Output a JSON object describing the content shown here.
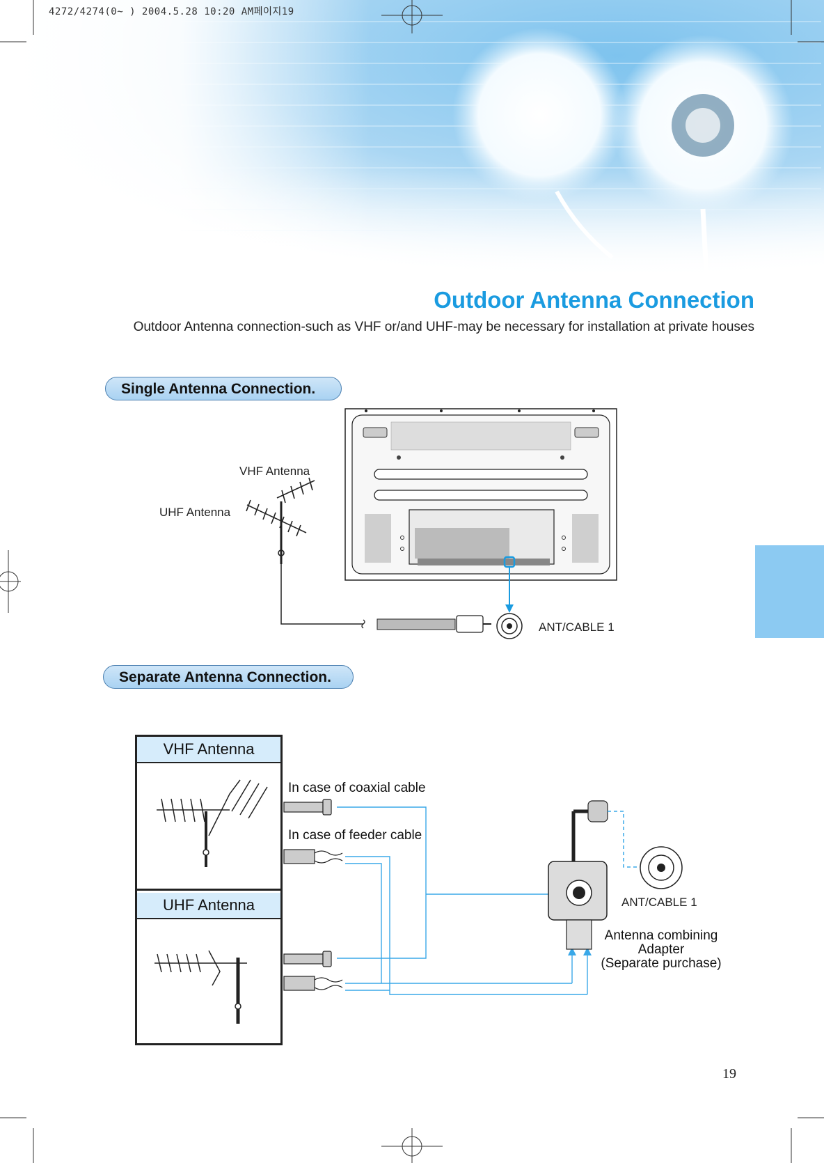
{
  "print_header": "4272/4274(0~ ) 2004.5.28 10:20 AM페이지19",
  "title": "Outdoor Antenna Connection",
  "subtitle": "Outdoor Antenna connection-such as VHF or/and UHF-may be necessary for installation at private houses",
  "single_section": {
    "heading": "Single Antenna Connection.",
    "vhf_label": "VHF Antenna",
    "uhf_label": "UHF Antenna",
    "port_label": "ANT/CABLE 1"
  },
  "separate_section": {
    "heading": "Separate Antenna Connection.",
    "vhf_box_title": "VHF Antenna",
    "uhf_box_title": "UHF Antenna",
    "coaxial_label": "In case of coaxial cable",
    "feeder_label": "In case of feeder cable",
    "port_label": "ANT/CABLE 1",
    "adapter_label_1": "Antenna combining",
    "adapter_label_2": "Adapter",
    "adapter_label_3": "(Separate purchase)"
  },
  "page_number": "19",
  "colors": {
    "accent": "#1a9be0",
    "wire": "#3aa8e8",
    "tab": "#8ccaf2"
  }
}
